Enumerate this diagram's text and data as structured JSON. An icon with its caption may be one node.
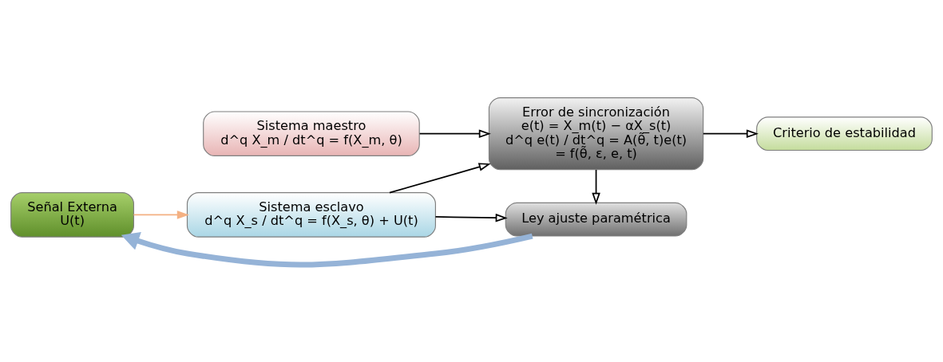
{
  "diagram": {
    "nodes": [
      {
        "text": [
          "Sistema maestro",
          "d^q X_m / dt^q = f(X_m, θ)"
        ]
      },
      {
        "text": [
          "Error de sincronización",
          "e(t) = X_m(t) − αX_s(t)",
          "d^q e(t) / dt^q = A(θ̃, t)e(t)",
          "= f(θ̃, ε, e, t)"
        ]
      },
      {
        "text": [
          "Criterio de estabilidad"
        ]
      },
      {
        "text": [
          "Señal Externa",
          "U(t)"
        ]
      },
      {
        "text": [
          "Sistema esclavo",
          "d^q X_s / dt^q = f(X_s, θ) + U(t)"
        ]
      },
      {
        "text": [
          "Ley ajuste paramétrica"
        ]
      }
    ],
    "edges": [
      {
        "from": 0,
        "to": 1,
        "arrow": "to"
      },
      {
        "from": 4,
        "to": 1,
        "arrow": "to"
      },
      {
        "from": 1,
        "to": 2,
        "arrow": "to"
      },
      {
        "from": 3,
        "to": 4,
        "arrow": "to",
        "color": "#f4b183"
      },
      {
        "from": 4,
        "to": 5,
        "arrow": "to"
      },
      {
        "from": 1,
        "to": 5,
        "arrow": "to"
      },
      {
        "from": 5,
        "to": 3,
        "arrow": "to",
        "style": "thick",
        "color": "#95b3d7"
      }
    ]
  }
}
